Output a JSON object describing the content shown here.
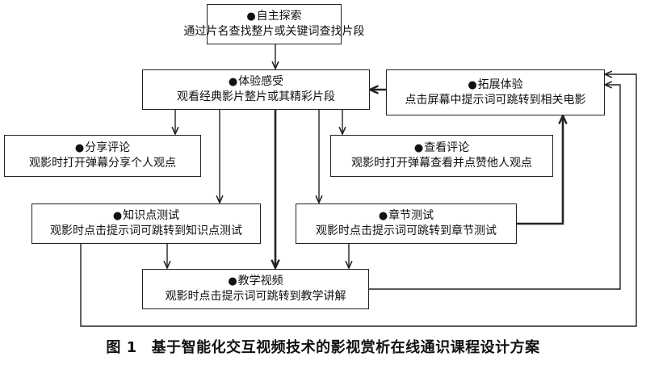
{
  "nodes": {
    "self_explore": {
      "bullet": "●",
      "title": "自主探索",
      "desc": "通过片名查找整片或关键词查找片段"
    },
    "experience": {
      "bullet": "●",
      "title": "体验感受",
      "desc": "观看经典影片整片或其精彩片段"
    },
    "extend": {
      "bullet": "●",
      "title": "拓展体验",
      "desc": "点击屏幕中提示词可跳转到相关电影"
    },
    "share_comment": {
      "bullet": "●",
      "title": "分享评论",
      "desc": "观影时打开弹幕分享个人观点"
    },
    "view_comment": {
      "bullet": "●",
      "title": "查看评论",
      "desc": "观影时打开弹幕查看并点赞他人观点"
    },
    "knowledge_test": {
      "bullet": "●",
      "title": "知识点测试",
      "desc": "观影时点击提示词可跳转到知识点测试"
    },
    "chapter_test": {
      "bullet": "●",
      "title": "章节测试",
      "desc": "观影时点击提示词可跳转到章节测试"
    },
    "teaching_video": {
      "bullet": "●",
      "title": "教学视频",
      "desc": "观影时点击提示词可跳转到教学讲解"
    }
  },
  "caption": {
    "figure_number": "图 1",
    "text": "基于智能化交互视频技术的影视赏析在线通识课程设计方案"
  }
}
